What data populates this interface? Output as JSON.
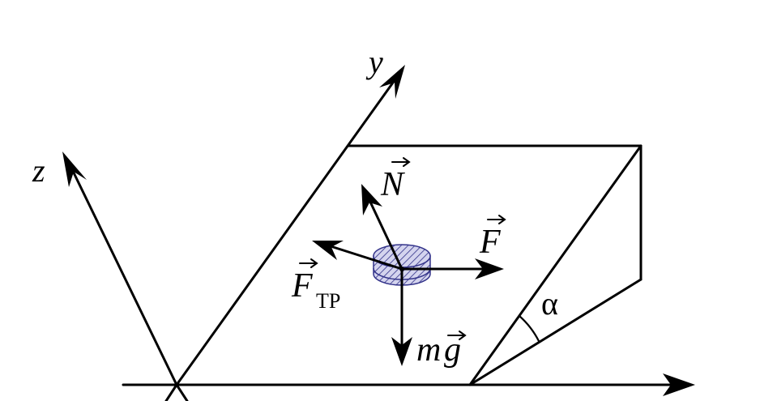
{
  "axes": {
    "y_label": "y",
    "z_label": "z"
  },
  "forces": {
    "normal": {
      "symbol": "N"
    },
    "applied": {
      "symbol": "F"
    },
    "friction": {
      "symbol": "F",
      "subscript": "ТР"
    },
    "gravity": {
      "prefix": "m",
      "symbol": "g"
    }
  },
  "angle": {
    "symbol": "α"
  },
  "colors": {
    "lines": "#000000",
    "body_fill": "#b8b8e0",
    "body_outline": "#33338a"
  }
}
